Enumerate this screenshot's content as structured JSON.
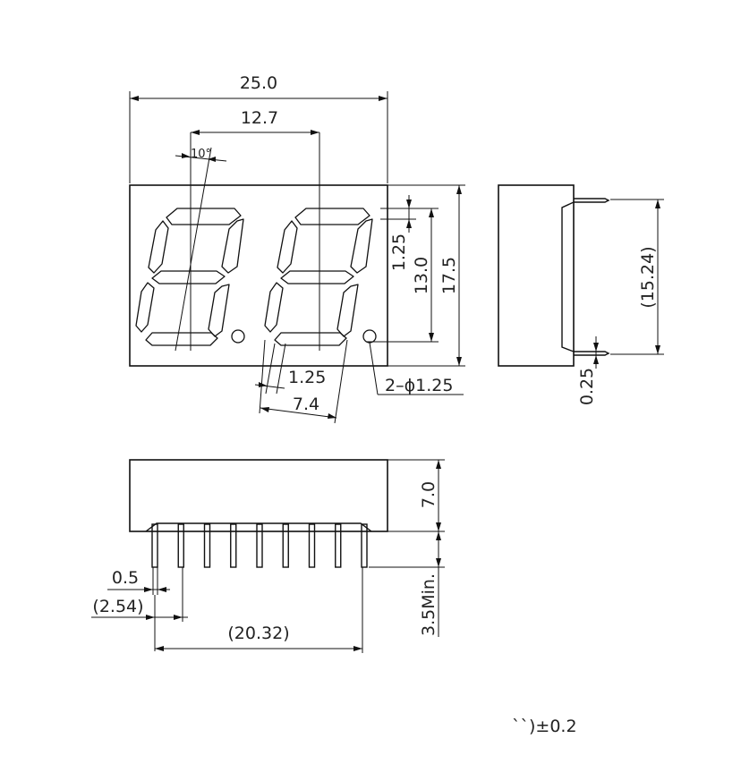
{
  "dimensions": {
    "overall_width": "25.0",
    "digit_pitch": "12.7",
    "slant_angle": "10°",
    "dp_offset": "1.25",
    "digit_height": "13.0",
    "overall_height": "17.5",
    "segment_width": "1.25",
    "digit_width": "7.4",
    "dp_diameter": "2–ϕ1.25",
    "row_spacing": "(15.24)",
    "pin_thickness": "0.25",
    "body_depth": "7.0",
    "pin_width": "0.5",
    "pin_pitch": "(2.54)",
    "pin_span": "(20.32)",
    "pin_length": "3.5Min."
  },
  "tolerance_note": "``)±0.2"
}
